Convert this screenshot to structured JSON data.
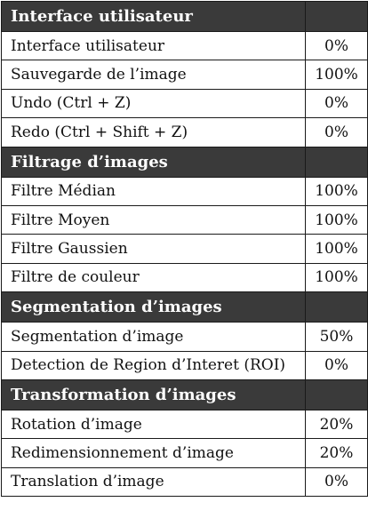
{
  "sections": [
    {
      "title": "Interface utilisateur",
      "rows": [
        {
          "task": "Interface utilisateur",
          "progress": "0%"
        },
        {
          "task": "Sauvegarde de l’image",
          "progress": "100%"
        },
        {
          "task": "Undo (Ctrl + Z)",
          "progress": "0%"
        },
        {
          "task": "Redo (Ctrl + Shift + Z)",
          "progress": "0%"
        }
      ]
    },
    {
      "title": "Filtrage d’images",
      "rows": [
        {
          "task": "Filtre Médian",
          "progress": "100%"
        },
        {
          "task": "Filtre Moyen",
          "progress": "100%"
        },
        {
          "task": "Filtre Gaussien",
          "progress": "100%"
        },
        {
          "task": "Filtre de couleur",
          "progress": "100%"
        }
      ]
    },
    {
      "title": "Segmentation d’images",
      "rows": [
        {
          "task": "Segmentation d’image",
          "progress": "50%"
        },
        {
          "task": "Detection de Region d’Interet (ROI)",
          "progress": "0%"
        }
      ]
    },
    {
      "title": "Transformation d’images",
      "rows": [
        {
          "task": "Rotation d’image",
          "progress": "20%"
        },
        {
          "task": "Redimensionnement d’image",
          "progress": "20%"
        },
        {
          "task": "Translation d’image",
          "progress": "0%"
        }
      ]
    }
  ],
  "colors": {
    "header_bg": "#3a3a3a",
    "header_text": "#ffffff",
    "border": "#1a1a1a"
  }
}
